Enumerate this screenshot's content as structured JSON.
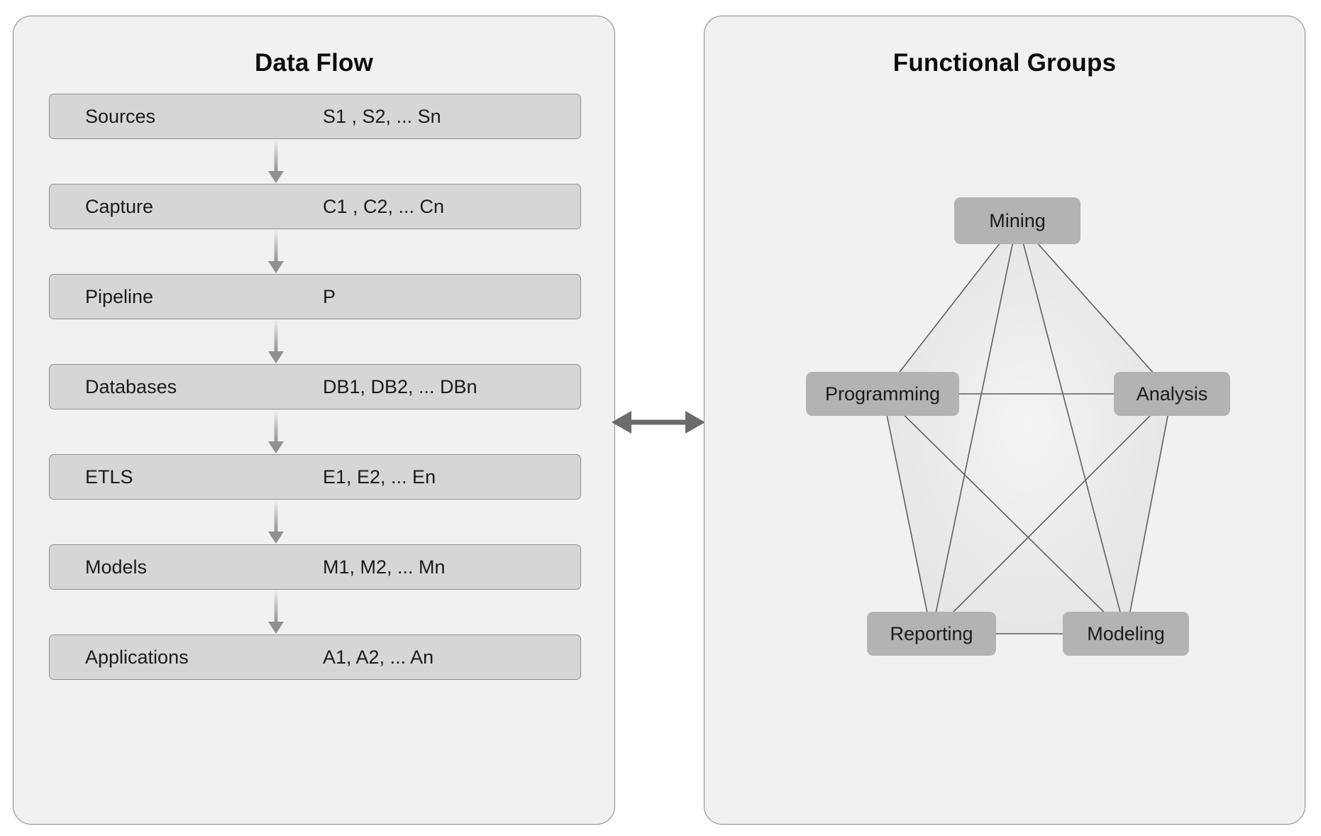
{
  "colors": {
    "panel_bg": "#f1f1f1",
    "panel_border": "#8a8a8a",
    "row_bg": "#d6d6d6",
    "row_border": "#8e8e8e",
    "node_bg": "#b3b3b3",
    "text": "#1b1b1b",
    "title_text": "#0d0d0d",
    "arrow": "#9a9a9a",
    "link_arrow": "#6b6b6b",
    "edge_line": "#5f5f5f",
    "pentagon_fill": "#e6e6e6"
  },
  "left_panel": {
    "title": "Data Flow",
    "rows": [
      {
        "label": "Sources",
        "value": "S1 , S2, ... Sn"
      },
      {
        "label": "Capture",
        "value": "C1 , C2, ... Cn"
      },
      {
        "label": "Pipeline",
        "value": "P"
      },
      {
        "label": "Databases",
        "value": "DB1,  DB2,  ... DBn"
      },
      {
        "label": "ETLS",
        "value": "E1,  E2,  ... En"
      },
      {
        "label": "Models",
        "value": "M1,  M2,  ... Mn"
      },
      {
        "label": "Applications",
        "value": "A1,  A2,  ... An"
      }
    ],
    "arrow_icon": "arrow-down-icon"
  },
  "connector": {
    "icon": "bidirectional-arrow-icon",
    "direction": "both"
  },
  "right_panel": {
    "title": "Functional Groups",
    "nodes": [
      {
        "id": "mining",
        "label": "Mining"
      },
      {
        "id": "programming",
        "label": "Programming"
      },
      {
        "id": "analysis",
        "label": "Analysis"
      },
      {
        "id": "reporting",
        "label": "Reporting"
      },
      {
        "id": "modeling",
        "label": "Modeling"
      }
    ],
    "edges": [
      [
        "mining",
        "programming"
      ],
      [
        "mining",
        "analysis"
      ],
      [
        "mining",
        "reporting"
      ],
      [
        "mining",
        "modeling"
      ],
      [
        "programming",
        "analysis"
      ],
      [
        "programming",
        "reporting"
      ],
      [
        "programming",
        "modeling"
      ],
      [
        "analysis",
        "reporting"
      ],
      [
        "analysis",
        "modeling"
      ],
      [
        "reporting",
        "modeling"
      ]
    ],
    "shape": "pentagon-complete-graph"
  }
}
